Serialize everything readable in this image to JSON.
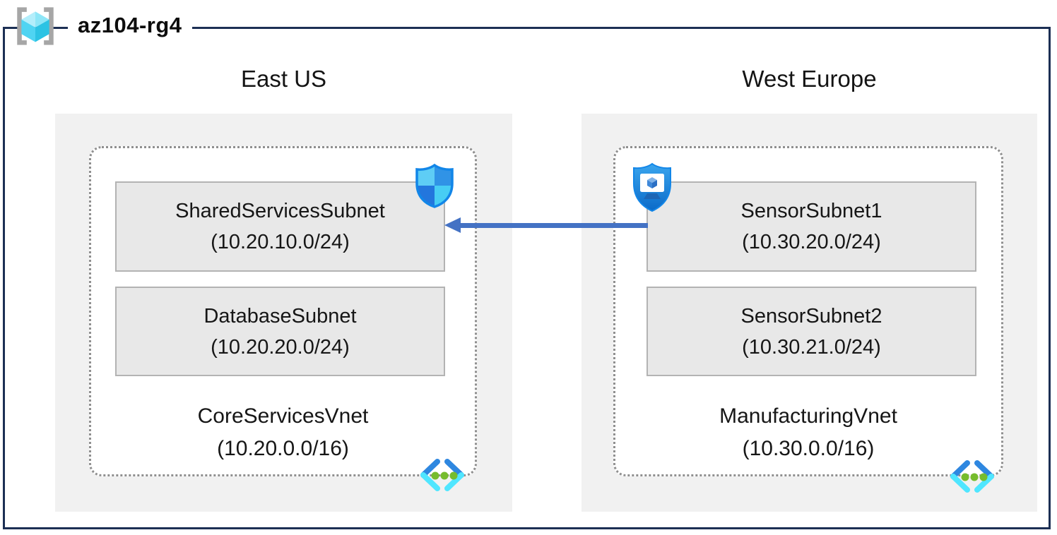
{
  "title": "az104-rg4",
  "colors": {
    "frame": "#1c2f54",
    "regionBg": "#f1f1f1",
    "subnetBg": "#e8e8e8",
    "subnetBorder": "#b3b3b3",
    "dotted": "#8f8f8f",
    "arrow": "#4472c4",
    "text": "#1a1a1a",
    "azureBlue": "#1286e8",
    "azureCyan": "#50e6ff",
    "azureGreen": "#76bc2d"
  },
  "regions": [
    {
      "name": "East US",
      "vnet": {
        "name": "CoreServicesVnet",
        "cidr": "(10.20.0.0/16)"
      },
      "subnets": [
        {
          "name": "SharedServicesSubnet",
          "cidr": "(10.20.10.0/24)"
        },
        {
          "name": "DatabaseSubnet",
          "cidr": "(10.20.20.0/24)"
        }
      ]
    },
    {
      "name": "West Europe",
      "vnet": {
        "name": "ManufacturingVnet",
        "cidr": "(10.30.0.0/16)"
      },
      "subnets": [
        {
          "name": "SensorSubnet1",
          "cidr": "(10.30.20.0/24)"
        },
        {
          "name": "SensorSubnet2",
          "cidr": "(10.30.21.0/24)"
        }
      ]
    }
  ],
  "icons": {
    "resource_group": "resource-group-icon",
    "network_security_group": "network-security-group-icon",
    "application_security_group": "application-security-group-icon",
    "virtual_network": "virtual-network-icon"
  },
  "arrow": {
    "meaning": "peering traffic from SensorSubnet1 to SharedServicesSubnet",
    "direction": "left"
  }
}
